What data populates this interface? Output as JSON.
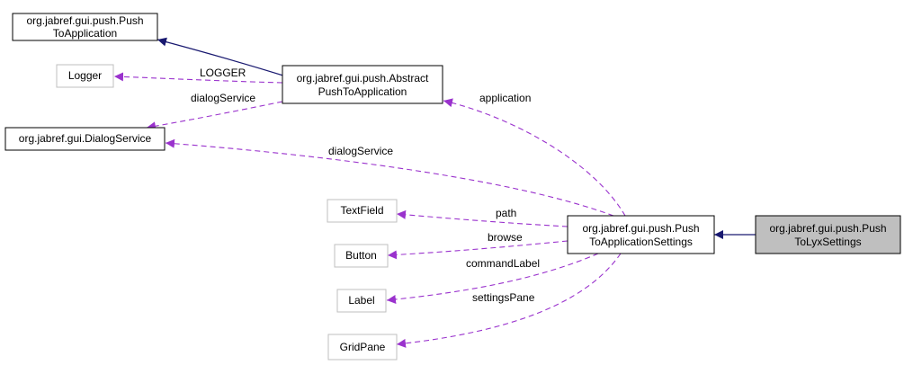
{
  "colors": {
    "background": "#ffffff",
    "inheritance_edge": "#191970",
    "usage_edge": "#9a32cd",
    "node_border": "#000000",
    "external_node_border": "#bfbfbf",
    "highlighted_node_fill": "#bfbfbf"
  },
  "nodes": {
    "push_to_application": {
      "lines": [
        "org.jabref.gui.push.Push",
        "ToApplication"
      ]
    },
    "logger": {
      "lines": [
        "Logger"
      ]
    },
    "abstract_push_to_application": {
      "lines": [
        "org.jabref.gui.push.Abstract",
        "PushToApplication"
      ]
    },
    "dialog_service": {
      "lines": [
        "org.jabref.gui.DialogService"
      ]
    },
    "text_field": {
      "lines": [
        "TextField"
      ]
    },
    "button": {
      "lines": [
        "Button"
      ]
    },
    "label": {
      "lines": [
        "Label"
      ]
    },
    "grid_pane": {
      "lines": [
        "GridPane"
      ]
    },
    "push_to_application_settings": {
      "lines": [
        "org.jabref.gui.push.Push",
        "ToApplicationSettings"
      ]
    },
    "push_to_lyx_settings": {
      "lines": [
        "org.jabref.gui.push.Push",
        "ToLyxSettings"
      ]
    }
  },
  "edge_labels": {
    "logger": "LOGGER",
    "dialog_service_abstract": "dialogService",
    "application": "application",
    "dialog_service_settings": "dialogService",
    "path": "path",
    "browse": "browse",
    "command_label": "commandLabel",
    "settings_pane": "settingsPane"
  }
}
